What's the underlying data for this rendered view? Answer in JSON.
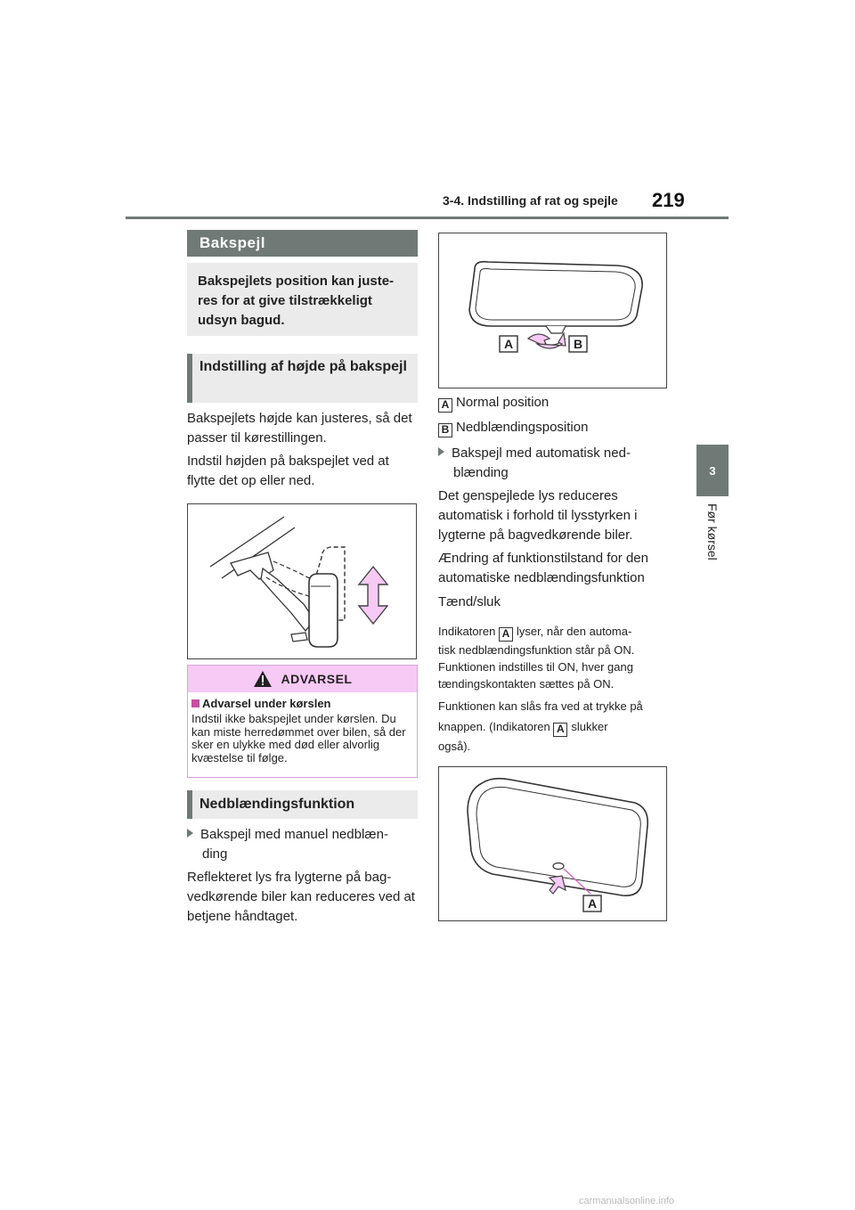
{
  "header": {
    "section_title": "3-4. Indstilling af rat og spejle",
    "page_number": "219"
  },
  "side_tab": {
    "number": "3",
    "label": "Før kørsel"
  },
  "left": {
    "banner": "Bakspejl",
    "intro": "Bakspejlets position kan juste-res for at give tilstrækkeligt udsyn bagud.",
    "height_heading": "Indstilling af højde på bakspejl",
    "height_p1": "Bakspejlets højde kan justeres, så det passer til kørestillingen.",
    "height_p2": "Indstil højden på bakspejlet ved at flytte det op eller ned.",
    "warning": {
      "header": "ADVARSEL",
      "title": "Advarsel under kørslen",
      "body": "Indstil ikke bakspejlet under kørslen. Du kan miste herredømmet over bilen, så der sker en ulykke med død eller alvorlig kvæstelse til følge."
    },
    "dim_heading": "Nedblændingsfunktion",
    "manual_bullet_1": "Bakspejl med manuel nedblæn-",
    "manual_bullet_2": "ding",
    "manual_p": "Reflekteret lys fra lygterne på bag-vedkørende biler kan reduceres ved at betjene håndtaget."
  },
  "right": {
    "fig1_labels": {
      "a": "A",
      "b": "B"
    },
    "label_a": "A",
    "label_b": "B",
    "normal_position": "Normal position",
    "dim_position": "Nedblændingsposition",
    "auto_bullet_1": "Bakspejl med automatisk ned-",
    "auto_bullet_2": "blænding",
    "auto_p": "Det genspejlede lys reduceres automatisk i forhold til lysstyrken i lygterne på bagvedkørende biler.",
    "change_p": "Ændring af funktionstilstand for den automatiske nedblændingsfunktion",
    "toggle": "Tænd/sluk",
    "indicator_pre": "Indikatoren",
    "indicator_post": "lyser, når den automa-",
    "indicator_rest": "tisk nedblændingsfunktion står på ON. Funktionen indstilles til ON, hver gang tændingskontakten sættes på ON.",
    "off_line1": "Funktionen kan slås fra ved at trykke på",
    "off_pre": "knappen. (Indikatoren",
    "off_post": "slukker",
    "off_end": "også).",
    "fig2_label": "A"
  },
  "footer": {
    "watermark": "carmanualsonline.info"
  }
}
